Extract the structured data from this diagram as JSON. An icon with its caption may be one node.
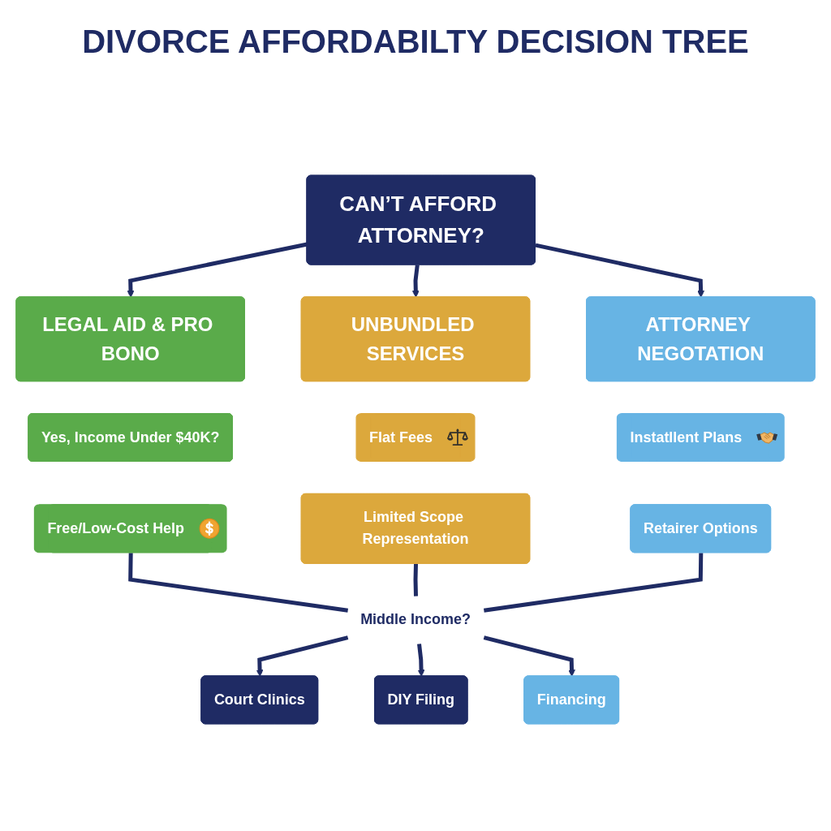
{
  "diagram": {
    "title": "DIVORCE AFFORDABILTY DECISION TREE",
    "nodes": [
      {
        "text": [
          "CAN’T AFFORD ATTORNEY?"
        ]
      },
      {
        "text": [
          "LEGAL AID & PRO BONO"
        ]
      },
      {
        "text": [
          "Yes, Income Under $40K?"
        ]
      },
      {
        "text": [
          "Free/Low-Cost Help"
        ]
      },
      {
        "text": [
          "UNBUNDLED SERVICES"
        ]
      },
      {
        "text": [
          "Flat Fees"
        ]
      },
      {
        "text": [
          "Limited Scope Representation"
        ]
      },
      {
        "text": [
          "ATTORNEY NEGOTATION"
        ]
      },
      {
        "text": [
          "Instatllent Plans"
        ]
      },
      {
        "text": [
          "Retairer Options"
        ]
      },
      {
        "text": [
          "Middle Income?"
        ]
      },
      {
        "text": [
          "Court Clinics"
        ]
      },
      {
        "text": [
          "DIY Filing"
        ]
      },
      {
        "text": [
          "Financing"
        ]
      }
    ],
    "edges": [
      {
        "from": 0,
        "to": 1,
        "arrow": "to"
      },
      {
        "from": 0,
        "to": 4,
        "arrow": "to"
      },
      {
        "from": 0,
        "to": 7,
        "arrow": "to"
      },
      {
        "from": 3,
        "to": 10,
        "arrow": "none"
      },
      {
        "from": 6,
        "to": 10,
        "arrow": "none"
      },
      {
        "from": 9,
        "to": 10,
        "arrow": "none"
      },
      {
        "from": 10,
        "to": 11,
        "arrow": "to"
      },
      {
        "from": 10,
        "to": 12,
        "arrow": "to"
      },
      {
        "from": 10,
        "to": 13,
        "arrow": "to"
      }
    ]
  }
}
